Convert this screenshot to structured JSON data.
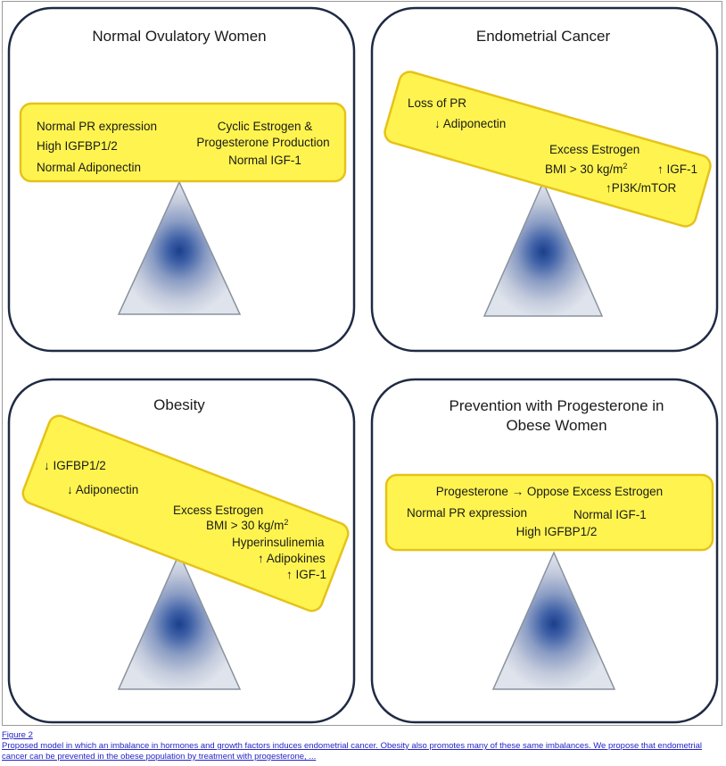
{
  "panels": {
    "normal": {
      "title": "Normal Ovulatory Women",
      "left_lines": [
        "Normal PR expression",
        "High IGFBP1/2",
        "Normal Adiponectin"
      ],
      "right_lines": [
        "Cyclic Estrogen &",
        "Progesterone Production",
        "Normal IGF-1"
      ]
    },
    "cancer": {
      "title": "Endometrial Cancer",
      "lines": [
        "Loss of PR",
        "↓ Adiponectin",
        "Excess Estrogen",
        "BMI > 30 kg/m",
        "↑ IGF-1",
        "↑PI3K/mTOR"
      ],
      "superscript": "2"
    },
    "obesity": {
      "title": "Obesity",
      "lines": [
        "↓ IGFBP1/2",
        "↓ Adiponectin",
        "Excess Estrogen",
        "BMI > 30 kg/m",
        "Hyperinsulinemia",
        "↑ Adipokines",
        "↑ IGF-1"
      ],
      "superscript": "2"
    },
    "prevention": {
      "title_lines": [
        "Prevention with Progesterone in",
        "Obese Women"
      ],
      "lines": [
        "Progesterone → Oppose Excess Estrogen",
        "Normal PR expression",
        "Normal IGF-1",
        "High IGFBP1/2"
      ]
    }
  },
  "caption": {
    "label": "Figure 2",
    "text": "Proposed model in which an imbalance in hormones and growth factors induces endometrial cancer. Obesity also promotes many of these same imbalances. We propose that endometrial cancer can be prevented in the obese population by treatment with progesterone, ..."
  },
  "colors": {
    "box_fill": "#fff44f",
    "box_stroke": "#e6c21a",
    "panel_stroke": "#1f2a44",
    "triangle_center": "#1c3f8c",
    "triangle_edge": "#dfe4ec",
    "caption_link": "#2323c8"
  }
}
